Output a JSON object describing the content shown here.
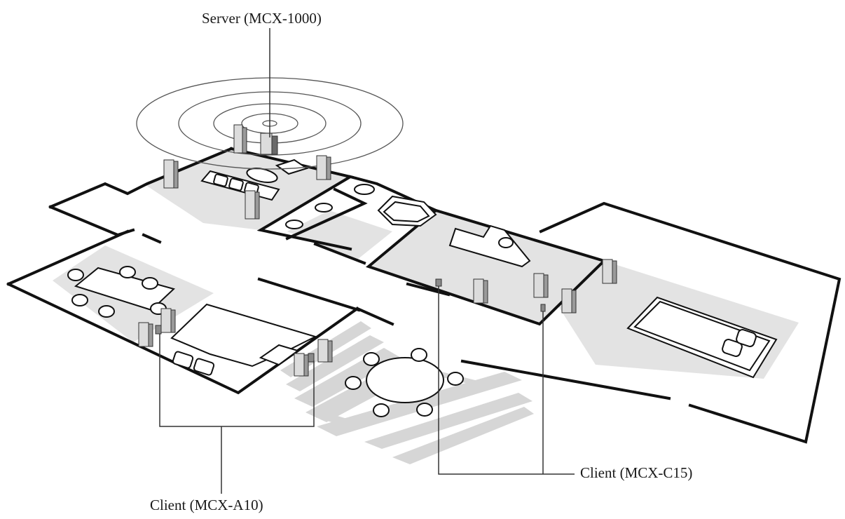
{
  "labels": {
    "server": "Server (MCX-1000)",
    "client_c15": "Client (MCX-C15)",
    "client_a10": "Client (MCX-A10)"
  },
  "colors": {
    "wall": "#111111",
    "floor_shade": "#e3e3e3",
    "stripe": "#d6d6d6",
    "furniture": "#ffffff",
    "speaker_light": "#dcdcdc",
    "speaker_dark": "#8a8a8a",
    "leader": "#333333",
    "wave": "#555555"
  }
}
